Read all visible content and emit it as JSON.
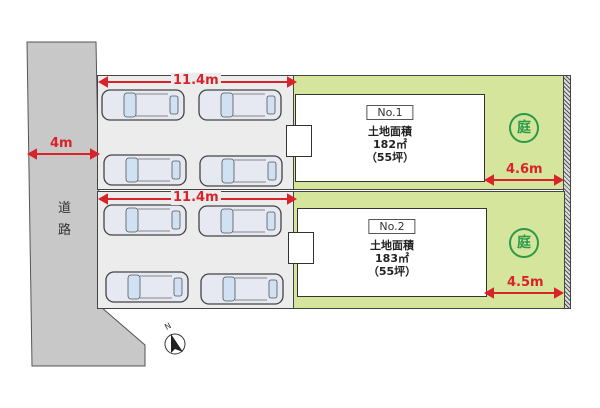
{
  "road": {
    "label_line1": "道",
    "label_line2": "路",
    "width": "4m"
  },
  "lots": [
    {
      "number": "No.1",
      "area_label": "土地面積",
      "area_sqm": "182㎡",
      "area_tsubo": "（55坪）",
      "parking_width": "11.4m",
      "garden_label": "庭",
      "garden_depth": "4.6m"
    },
    {
      "number": "No.2",
      "area_label": "土地面積",
      "area_sqm": "183㎡",
      "area_tsubo": "（55坪）",
      "parking_width": "11.4m",
      "garden_label": "庭",
      "garden_depth": "4.5m"
    }
  ],
  "compass": {
    "label": "N"
  },
  "colors": {
    "road": "#c8c8c8",
    "parking": "#ececec",
    "garden": "#d5e59b",
    "dimension": "#d8232a",
    "garden_icon": "#2a9a4a"
  }
}
